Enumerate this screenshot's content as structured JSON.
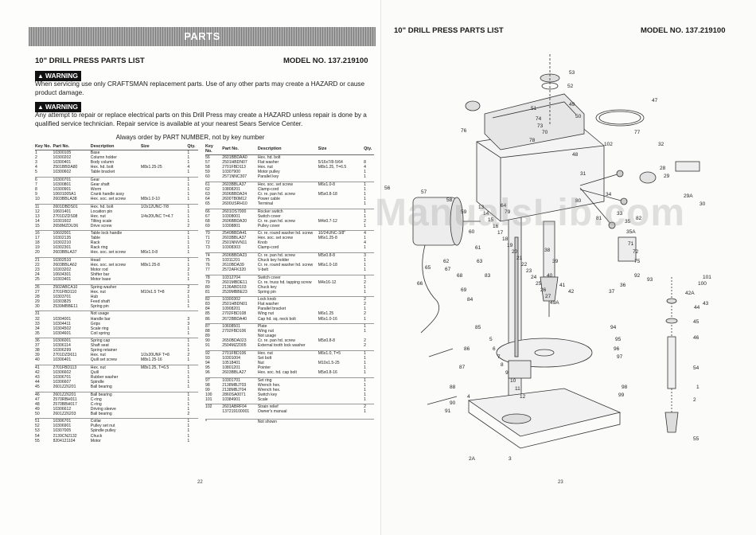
{
  "left_page": {
    "banner": "PARTS",
    "title": "10\" DRILL PRESS PARTS LIST",
    "model": "MODEL NO. 137.219100",
    "warning_label": "WARNING",
    "warning1": "When servicing use only CRAFTSMAN replacement parts. Use of any other parts may create a HAZARD or cause product damage.",
    "warning2": "Any attempt to repair or replace electrical parts on this Drill Press may create a HAZARD unless repair is done by a qualified service technician. Repair service is available at your nearest Sears Service Center.",
    "always_order": "Always order by PART NUMBER, not by key number",
    "page_number": "22",
    "columns": [
      "Key No.",
      "Part No.",
      "Description",
      "Size",
      "Qty."
    ],
    "table_left": [
      [
        "1",
        "10300105",
        "Base",
        "",
        "1"
      ],
      [
        "2",
        "10300202",
        "Column holder",
        "",
        "1"
      ],
      [
        "3",
        "10300401",
        "Body column",
        "",
        "1"
      ],
      [
        "4",
        "2501BBDA80",
        "Hex. hd. bolt",
        "M8x1.25-25",
        "4"
      ],
      [
        "5",
        "10300602",
        "Table bracket",
        "",
        "1"
      ],
      [
        "",
        "",
        "",
        "",
        ""
      ],
      [
        "6",
        "10300701",
        "Gear",
        "",
        "1"
      ],
      [
        "7",
        "10300801",
        "Gear shaft",
        "",
        "1"
      ],
      [
        "8",
        "10300901",
        "Worm",
        "",
        "1"
      ],
      [
        "9",
        "10601005A1",
        "Crank handle assy",
        "",
        "1"
      ],
      [
        "10",
        "2603BBLA38",
        "Hex. soc. set screw",
        "M8x1.0-10",
        "1"
      ],
      [
        "",
        "",
        "",
        "",
        ""
      ],
      [
        "11",
        "2601DBDS01",
        "Hex. hd. bolt",
        "1/2x12UNC-7/8",
        "1"
      ],
      [
        "12",
        "10601401",
        "Location pin",
        "",
        "1"
      ],
      [
        "13",
        "2701DZDS08",
        "Hex. nut",
        "1/4x20UNC T=4.7",
        "1"
      ],
      [
        "14",
        "10301602",
        "Tilting scale",
        "",
        "1"
      ],
      [
        "15",
        "2658MZDU36",
        "Drive screw",
        "",
        "2"
      ],
      [
        "",
        "",
        "",
        "",
        ""
      ],
      [
        "16",
        "10602001",
        "Table lock handle",
        "",
        "1"
      ],
      [
        "17",
        "10302135",
        "Table",
        "",
        "1"
      ],
      [
        "18",
        "10302210",
        "Rack",
        "",
        "1"
      ],
      [
        "19",
        "10302301",
        "Rack ring",
        "",
        "1"
      ],
      [
        "20",
        "2603BBLA37",
        "Hex. soc. set screw",
        "M6x1.0-8",
        "1"
      ],
      [
        "",
        "",
        "",
        "",
        ""
      ],
      [
        "21",
        "10302510",
        "Head",
        "",
        "1"
      ],
      [
        "22",
        "2603BBLA62",
        "Hex. soc. set screw",
        "M8x1.25-8",
        "1"
      ],
      [
        "23",
        "10303202",
        "Motor rod",
        "",
        "2"
      ],
      [
        "24",
        "10604301",
        "Shifter bar",
        "",
        "1"
      ],
      [
        "25",
        "10303401",
        "Motor base",
        "",
        "1"
      ],
      [
        "",
        "",
        "",
        "",
        ""
      ],
      [
        "26",
        "2502ABCA10",
        "Spring washer",
        "",
        "2"
      ],
      [
        "27",
        "2701FBD110",
        "Hex. nut",
        "M10x1.5 T=8",
        "2"
      ],
      [
        "28",
        "10303701",
        "Hub",
        "",
        "1"
      ],
      [
        "29",
        "10303825",
        "Feed shaft",
        "",
        "1"
      ],
      [
        "30",
        "2539MBBE11",
        "Spring pin",
        "",
        "1"
      ],
      [
        "",
        "",
        "",
        "",
        ""
      ],
      [
        "31",
        "",
        "Not usage",
        "",
        ""
      ],
      [
        "32",
        "10304001",
        "Handle bar",
        "",
        "3"
      ],
      [
        "33",
        "10304411",
        "Grips",
        "",
        "3"
      ],
      [
        "34",
        "10304502",
        "Scale ring",
        "",
        "1"
      ],
      [
        "35",
        "10304601",
        "Coil spring",
        "",
        "1"
      ],
      [
        "",
        "",
        "",
        "",
        ""
      ],
      [
        "36",
        "10306001",
        "Spring cap",
        "",
        "1"
      ],
      [
        "37",
        "10306114",
        "Shaft seat",
        "",
        "1"
      ],
      [
        "38",
        "10306299",
        "Spring retainer",
        "",
        "1"
      ],
      [
        "39",
        "2701DZD611",
        "Hex. nut",
        "1/2x20UNF T=8",
        "2"
      ],
      [
        "40",
        "10306401",
        "Quill set screw",
        "M8x1.25-16",
        "1"
      ],
      [
        "",
        "",
        "",
        "",
        ""
      ],
      [
        "41",
        "2701FBD113",
        "Hex. nut",
        "M8x1.25, T=6.5",
        "1"
      ],
      [
        "42",
        "10306602",
        "Quill",
        "",
        "1"
      ],
      [
        "43",
        "10306701",
        "Rubber washer",
        "",
        "1"
      ],
      [
        "44",
        "10306607",
        "Spindle",
        "",
        "1"
      ],
      [
        "45",
        "2601ZZ6201",
        "Ball bearing",
        "",
        "1"
      ],
      [
        "",
        "",
        "",
        "",
        ""
      ],
      [
        "46",
        "2601ZZ6201",
        "Ball bearing",
        "",
        "1"
      ],
      [
        "47",
        "2570RBH011",
        "C-ring",
        "",
        "1"
      ],
      [
        "48",
        "2570BBH017",
        "C-ring",
        "",
        "1"
      ],
      [
        "49",
        "10306612",
        "Driving sleeve",
        "",
        "1"
      ],
      [
        "50",
        "2601ZZ6203",
        "Ball bearing",
        "",
        "2"
      ],
      [
        "",
        "",
        "",
        "",
        ""
      ],
      [
        "51",
        "10306701",
        "Collar",
        "",
        "1"
      ],
      [
        "52",
        "10306901",
        "Pulley set nut",
        "",
        "1"
      ],
      [
        "53",
        "10307005",
        "Spindle pulley",
        "",
        "1"
      ],
      [
        "54",
        "2139CN2132",
        "Chuck",
        "",
        "1"
      ],
      [
        "55",
        "8204121104",
        "Motor",
        "",
        "1"
      ]
    ],
    "table_right": [
      [
        "56",
        "2601BBDAA0",
        "Hex. hd. bolt",
        "",
        ""
      ],
      [
        "57",
        "2501HBDN07",
        "Flat washer",
        "5/16x7/8-5/64",
        "8"
      ],
      [
        "58",
        "2701FBD113",
        "Hex. nut",
        "M8x1.25, T=6.5",
        "4"
      ],
      [
        "59",
        "10307900",
        "Motor pulley",
        "",
        "1"
      ],
      [
        "60",
        "2571NNC307",
        "Parallel key",
        "",
        "1"
      ],
      [
        "",
        "",
        "",
        "",
        ""
      ],
      [
        "61",
        "2603BBLA37",
        "Hex. soc. set screw",
        "M6x1.0-8",
        "1"
      ],
      [
        "62",
        "10808201",
        "Clamp-cord",
        "",
        "1"
      ],
      [
        "63",
        "2606BBDA24",
        "Cr. re. pan hd. screw",
        "M5x0.8-18",
        "1"
      ],
      [
        "64",
        "2600TB0M12",
        "Power cable",
        "",
        "1"
      ],
      [
        "65",
        "2600USRH10",
        "Terminal",
        "",
        "1"
      ],
      [
        "",
        "",
        "",
        "",
        ""
      ],
      [
        "66",
        "2601OS7000",
        "Rocker switch",
        "",
        "1"
      ],
      [
        "67",
        "10308001",
        "Switch cover",
        "",
        "1"
      ],
      [
        "68",
        "2606BBDA20",
        "Cr. re. pan hd. screw",
        "M4x0.7-12",
        "2"
      ],
      [
        "69",
        "10308801",
        "Pulley cover",
        "",
        "1"
      ],
      [
        "",
        "",
        "",
        "",
        ""
      ],
      [
        "70",
        "2540BBDA41",
        "Cr. re. round washer hd. screw",
        "10/24UNC-3/8\"",
        "4"
      ],
      [
        "71",
        "2603BBLA37",
        "Hex. soc. set screw",
        "M6x1.25-8",
        "1"
      ],
      [
        "72",
        "2501NNVN11",
        "Knob",
        "",
        "4"
      ],
      [
        "73",
        "10308303",
        "Clamp-cord",
        "",
        "1"
      ],
      [
        "",
        "",
        "",
        "",
        ""
      ],
      [
        "74",
        "2606BBDA23",
        "Cr. re. pan hd. screw",
        "M5x0.8-8",
        "3"
      ],
      [
        "75",
        "10311201",
        "Chuck key holder",
        "",
        "1"
      ],
      [
        "76",
        "2610BDA39",
        "Cr. re. round washer hd. screw",
        "M6x1.0-18",
        "1"
      ],
      [
        "77",
        "2572AFK320",
        "V-belt",
        "",
        "1"
      ],
      [
        "",
        "",
        "",
        "",
        ""
      ],
      [
        "78",
        "10312704",
        "Switch cover",
        "",
        "1"
      ],
      [
        "79",
        "2601MBDE11",
        "Cr. re. truss hd. tapping screw",
        "M4x16-12",
        "2"
      ],
      [
        "80",
        "2136ABD103",
        "Chuck key",
        "",
        "1"
      ],
      [
        "81",
        "2539MBBE23",
        "Spring pin",
        "",
        "1"
      ],
      [
        "",
        "",
        "",
        "",
        ""
      ],
      [
        "82",
        "10300302",
        "Lock knob",
        "",
        "2"
      ],
      [
        "83",
        "2501HBDN01",
        "Flat washer",
        "",
        "2"
      ],
      [
        "84",
        "10908201",
        "Parallel bracket",
        "",
        "1"
      ],
      [
        "85",
        "2702FBD108",
        "Wing nut",
        "M6x1.25",
        "2"
      ],
      [
        "86",
        "2672BBDA40",
        "Cap hd. sq. neck bolt",
        "M6x1.0-16",
        "1"
      ],
      [
        "",
        "",
        "",
        "",
        ""
      ],
      [
        "87",
        "10608501",
        "Plate",
        "",
        "1"
      ],
      [
        "88",
        "2702FBD106",
        "Wing nut",
        "",
        "1"
      ],
      [
        "89",
        "",
        "Not usage",
        "",
        ""
      ],
      [
        "90",
        "2650BDA023",
        "Cr. re. pan hd. screw",
        "M5x0.8-8",
        "2"
      ],
      [
        "91",
        "2504MZZ005",
        "External tooth lock washer",
        "",
        "2"
      ],
      [
        "",
        "",
        "",
        "",
        ""
      ],
      [
        "92",
        "2701FBD106",
        "Hex. nut",
        "M6x1.0, T=5",
        "1"
      ],
      [
        "93",
        "10301004",
        "Set bolt",
        "",
        "1"
      ],
      [
        "94",
        "10518401",
        "Nut",
        "M10x1.5-25",
        "1"
      ],
      [
        "95",
        "10801201",
        "Pointer",
        "",
        "1"
      ],
      [
        "96",
        "2603BBLA27",
        "Hex. soc. hd. cap bolt",
        "M5x0.8-16",
        "1"
      ],
      [
        "",
        "",
        "",
        "",
        ""
      ],
      [
        "97",
        "10301701",
        "Set ring",
        "",
        "1"
      ],
      [
        "98",
        "2138MBJ703",
        "Wrench hex.",
        "",
        "1"
      ],
      [
        "99",
        "2138MBJ704",
        "Wrench hex.",
        "",
        "1"
      ],
      [
        "100",
        "2860SA0071",
        "Switch key",
        "",
        "1"
      ],
      [
        "101",
        "10384901",
        "Scale",
        "",
        "1"
      ],
      [
        "",
        "",
        "",
        "",
        ""
      ],
      [
        "102",
        "2601ABRF04",
        "Strain relief",
        "",
        "2"
      ],
      [
        "",
        "137219100001",
        "Owner's manual",
        "",
        "1"
      ],
      [
        "",
        "",
        "",
        "",
        ""
      ],
      [
        "",
        "",
        "",
        "",
        ""
      ],
      [
        "*",
        "",
        "Not shown",
        "",
        ""
      ]
    ]
  },
  "right_page": {
    "title": "10\" DRILL PRESS PARTS LIST",
    "model": "MODEL NO. 137.219100",
    "page_number": "23",
    "watermark": "ManualsLib.com",
    "callouts": [
      "53",
      "52",
      "49",
      "50",
      "51",
      "74",
      "73",
      "70",
      "48",
      "47",
      "77",
      "102",
      "32",
      "28",
      "29",
      "29A",
      "30",
      "31",
      "34",
      "33",
      "35",
      "35A",
      "36",
      "37",
      "38",
      "39",
      "40",
      "41",
      "42",
      "42A",
      "43",
      "44",
      "45",
      "46",
      "54",
      "55",
      "56",
      "57",
      "58",
      "59",
      "60",
      "61",
      "62",
      "63",
      "64",
      "65",
      "66",
      "67",
      "68",
      "69",
      "71",
      "72",
      "75",
      "76",
      "78",
      "79",
      "80",
      "81",
      "82",
      "83",
      "84",
      "85",
      "86",
      "87",
      "88",
      "90",
      "91",
      "92",
      "93",
      "94",
      "95",
      "96",
      "97",
      "98",
      "99",
      "100",
      "101",
      "1",
      "2",
      "2A",
      "3",
      "4",
      "5",
      "6",
      "7",
      "8",
      "9",
      "10",
      "11",
      "12",
      "13",
      "14",
      "15",
      "16",
      "17",
      "18",
      "19",
      "20",
      "21",
      "22",
      "23",
      "24",
      "25",
      "26",
      "27",
      "49A"
    ]
  }
}
